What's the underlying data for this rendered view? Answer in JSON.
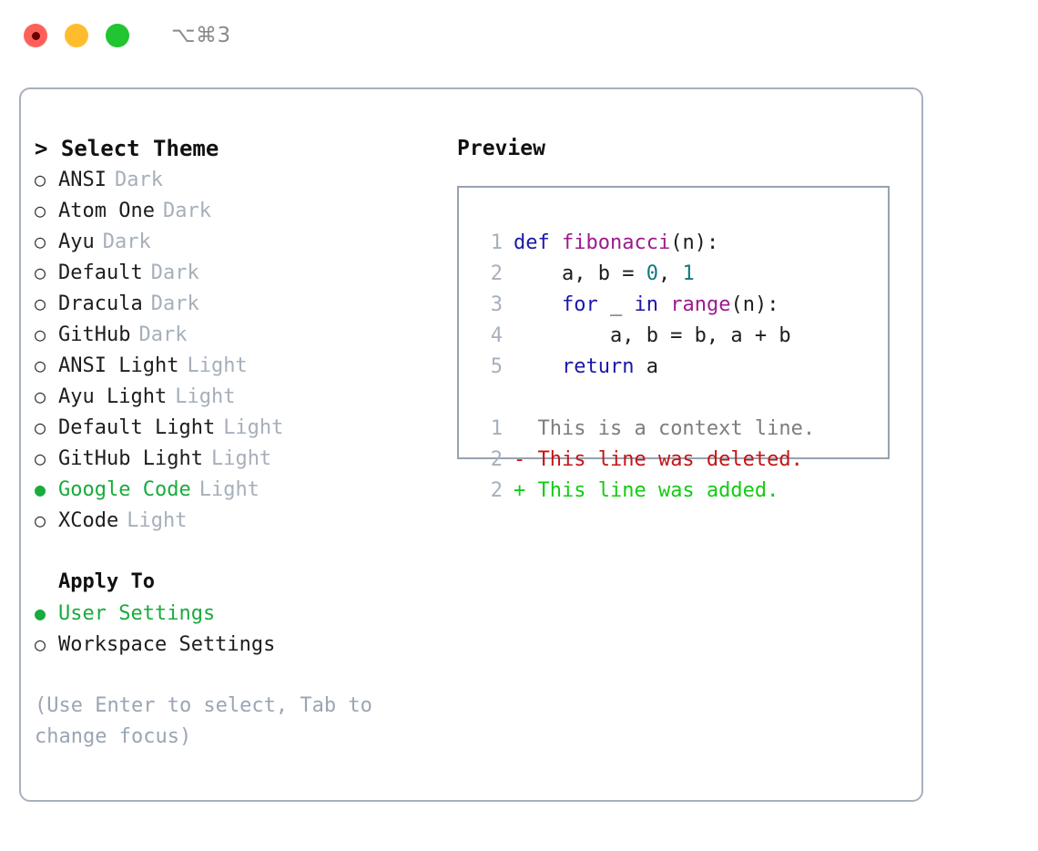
{
  "window": {
    "title": "⌥⌘3",
    "traffic_lights": [
      {
        "name": "close",
        "color": "#ff6159"
      },
      {
        "name": "minimize",
        "color": "#ffbd2e"
      },
      {
        "name": "zoom",
        "color": "#21c431"
      }
    ]
  },
  "theme_panel": {
    "header": "> Select Theme",
    "marker_unselected": "○",
    "marker_selected": "●",
    "items": [
      {
        "name": "ANSI",
        "kind": "Dark",
        "selected": false
      },
      {
        "name": "Atom One",
        "kind": "Dark",
        "selected": false
      },
      {
        "name": "Ayu",
        "kind": "Dark",
        "selected": false
      },
      {
        "name": "Default",
        "kind": "Dark",
        "selected": false
      },
      {
        "name": "Dracula",
        "kind": "Dark",
        "selected": false
      },
      {
        "name": "GitHub",
        "kind": "Dark",
        "selected": false
      },
      {
        "name": "ANSI Light",
        "kind": "Light",
        "selected": false
      },
      {
        "name": "Ayu Light",
        "kind": "Light",
        "selected": false
      },
      {
        "name": "Default Light",
        "kind": "Light",
        "selected": false
      },
      {
        "name": "GitHub Light",
        "kind": "Light",
        "selected": false
      },
      {
        "name": "Google Code",
        "kind": "Light",
        "selected": true
      },
      {
        "name": "XCode",
        "kind": "Light",
        "selected": false
      }
    ]
  },
  "apply_to": {
    "header": "Apply To",
    "options": [
      {
        "name": "User Settings",
        "selected": true
      },
      {
        "name": "Workspace Settings",
        "selected": false
      }
    ]
  },
  "hint": "(Use Enter to select, Tab to change focus)",
  "preview": {
    "header": "Preview",
    "code_lines": [
      {
        "num": "1",
        "tokens": [
          {
            "t": "def ",
            "c": "kw"
          },
          {
            "t": "fibonacci",
            "c": "fn"
          },
          {
            "t": "(n):",
            "c": "plain"
          }
        ]
      },
      {
        "num": "2",
        "tokens": [
          {
            "t": "    a, b = ",
            "c": "plain"
          },
          {
            "t": "0",
            "c": "num"
          },
          {
            "t": ", ",
            "c": "plain"
          },
          {
            "t": "1",
            "c": "num"
          }
        ]
      },
      {
        "num": "3",
        "tokens": [
          {
            "t": "    ",
            "c": "plain"
          },
          {
            "t": "for",
            "c": "kw"
          },
          {
            "t": " _ ",
            "c": "plain"
          },
          {
            "t": "in",
            "c": "kw"
          },
          {
            "t": " ",
            "c": "plain"
          },
          {
            "t": "range",
            "c": "fn"
          },
          {
            "t": "(n):",
            "c": "plain"
          }
        ]
      },
      {
        "num": "4",
        "tokens": [
          {
            "t": "        a, b = b, a + b",
            "c": "plain"
          }
        ]
      },
      {
        "num": "5",
        "tokens": [
          {
            "t": "    ",
            "c": "plain"
          },
          {
            "t": "return",
            "c": "kw"
          },
          {
            "t": " a",
            "c": "plain"
          }
        ]
      }
    ],
    "diff_lines": [
      {
        "num": "1",
        "sign": " ",
        "text": " This is a context line.",
        "kind": "ctx"
      },
      {
        "num": "2",
        "sign": "-",
        "text": " This line was deleted.",
        "kind": "del"
      },
      {
        "num": "2",
        "sign": "+",
        "text": " This line was added.",
        "kind": "add"
      }
    ]
  },
  "colors": {
    "accent_green": "#19ab3c",
    "muted": "#a6afbb",
    "border": "#a8b0bd",
    "preview_border": "#98a2b0",
    "keyword": "#1a17a8",
    "function": "#9c1a8e",
    "number": "#10787c",
    "diff_context": "#7d7d7d",
    "diff_deleted": "#c41515",
    "diff_added": "#12cc12"
  }
}
